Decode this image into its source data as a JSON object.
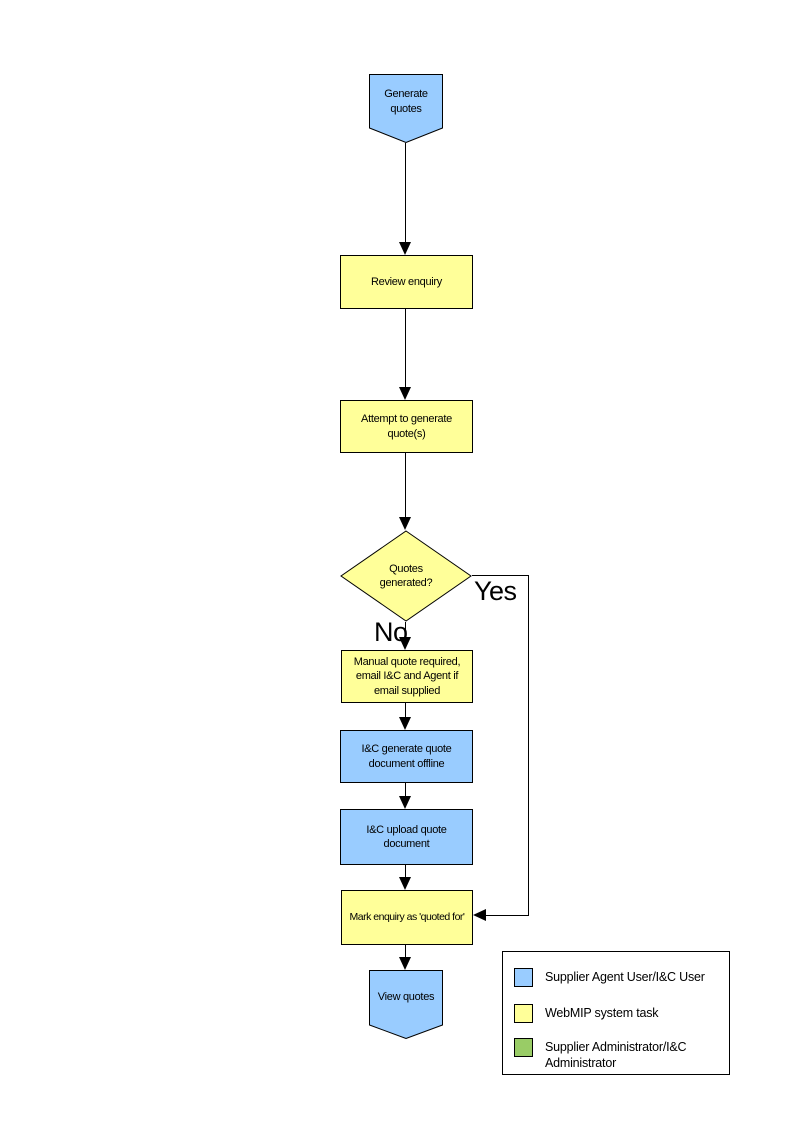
{
  "colors": {
    "user_task_fill": "#99CCFF",
    "system_task_fill": "#FFFF99",
    "admin_task_fill": "#99CC66",
    "outline": "#000000"
  },
  "nodes": {
    "start": "Generate quotes",
    "review": "Review enquiry",
    "attempt": "Attempt to generate quote(s)",
    "decision": "Quotes generated?",
    "manual": "Manual quote required, email I&C and Agent if email supplied",
    "offline": "I&C generate quote document offline",
    "upload": "I&C upload quote document",
    "mark": "Mark enquiry as 'quoted for'",
    "end": "View quotes"
  },
  "branches": {
    "yes": "Yes",
    "no": "No"
  },
  "legend": {
    "items": [
      {
        "label": "Supplier Agent User/I&C User",
        "color": "#99CCFF"
      },
      {
        "label": "WebMIP system task",
        "color": "#FFFF99"
      },
      {
        "label": "Supplier Administrator/I&C Administrator",
        "color": "#99CC66"
      }
    ]
  }
}
